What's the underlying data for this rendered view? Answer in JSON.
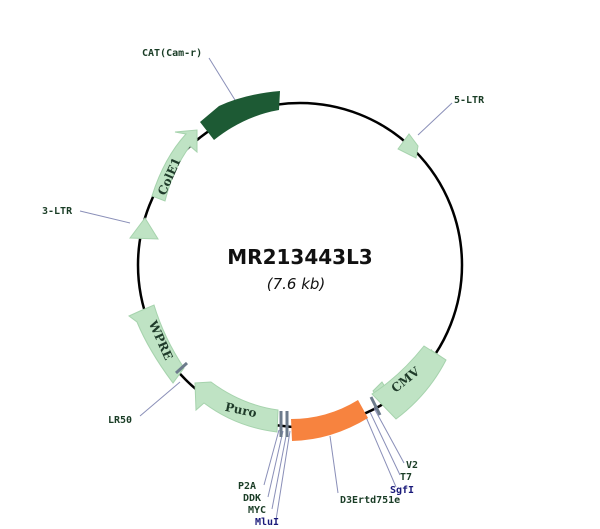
{
  "plasmid": {
    "name": "MR213443L3",
    "size": "(7.6 kb)"
  },
  "colors": {
    "backbone": "#000000",
    "feature": "#bfe3c4",
    "feature_stroke": "#a6d3ad",
    "cat": "#1d5a34",
    "insert": "#f7833f",
    "site_tick": "#6d7b8c",
    "label_dark": "#1a3d26",
    "label_blue": "#1a1a7a",
    "leader": "#8a8fb8"
  },
  "segments": [
    {
      "id": "cat",
      "label": "",
      "style": "dark"
    },
    {
      "id": "5ltr",
      "label": "",
      "style": "light"
    },
    {
      "id": "cmv",
      "label": "CMV",
      "style": "light"
    },
    {
      "id": "insert",
      "label": "",
      "style": "insert"
    },
    {
      "id": "puro",
      "label": "Puro",
      "style": "light"
    },
    {
      "id": "wpre",
      "label": "WPRE",
      "style": "light"
    },
    {
      "id": "3ltr",
      "label": "",
      "style": "light"
    },
    {
      "id": "cole1",
      "label": "ColE1",
      "style": "light"
    }
  ],
  "labels": [
    {
      "id": "cat",
      "text": "CAT(Cam-r)",
      "tone": "dark"
    },
    {
      "id": "5ltr",
      "text": "5-LTR",
      "tone": "dark"
    },
    {
      "id": "3ltr",
      "text": "3-LTR",
      "tone": "dark"
    },
    {
      "id": "lr50",
      "text": "LR50",
      "tone": "dark"
    },
    {
      "id": "v2",
      "text": "V2",
      "tone": "dark"
    },
    {
      "id": "t7",
      "text": "T7",
      "tone": "dark"
    },
    {
      "id": "sgfi",
      "text": "SgfI",
      "tone": "blue"
    },
    {
      "id": "d3ertd",
      "text": "D3Ertd751e",
      "tone": "dark"
    },
    {
      "id": "p2a",
      "text": "P2A",
      "tone": "dark"
    },
    {
      "id": "ddk",
      "text": "DDK",
      "tone": "dark"
    },
    {
      "id": "myc",
      "text": "MYC",
      "tone": "dark"
    },
    {
      "id": "mlui",
      "text": "MluI",
      "tone": "blue"
    }
  ]
}
